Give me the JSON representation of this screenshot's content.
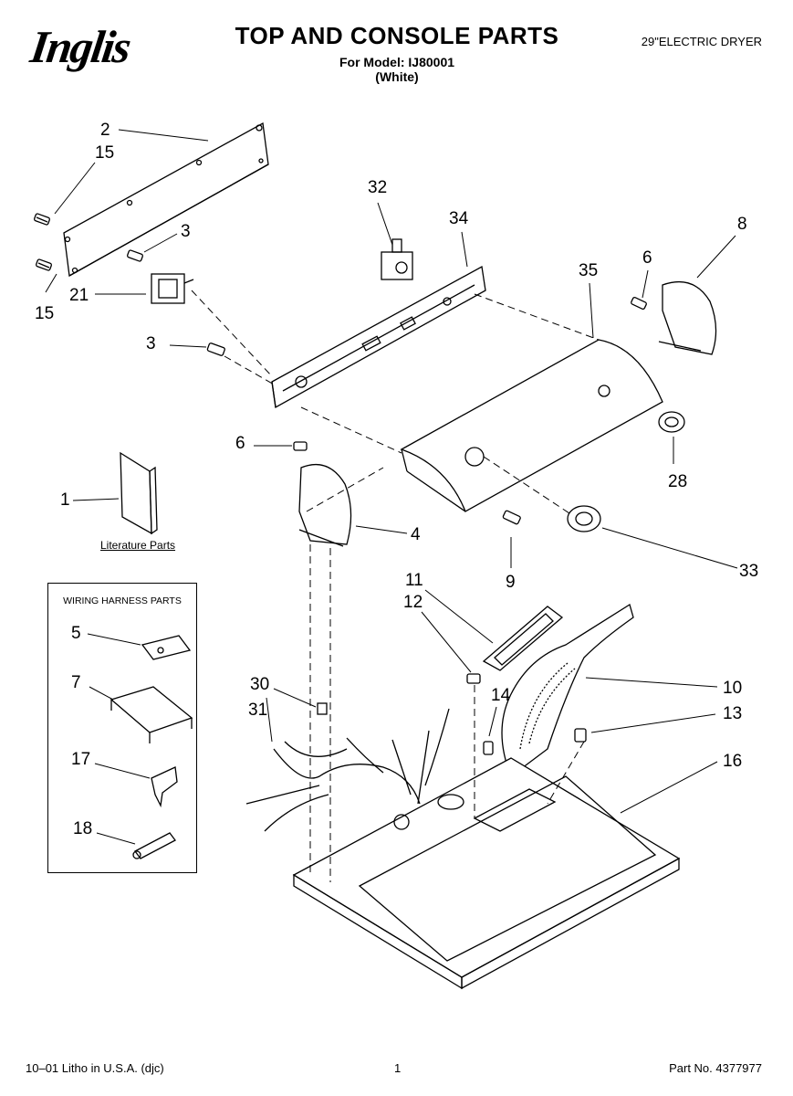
{
  "header": {
    "logo_text": "Inglis",
    "title": "TOP AND CONSOLE PARTS",
    "model_line": "For Model: IJ80001",
    "color_line": "(White)",
    "product": "29\"ELECTRIC DRYER"
  },
  "callouts": {
    "c2": "2",
    "c15a": "15",
    "c15b": "15",
    "c3a": "3",
    "c3b": "3",
    "c21": "21",
    "c32": "32",
    "c34": "34",
    "c35": "35",
    "c6a": "6",
    "c8": "8",
    "c6b": "6",
    "c28": "28",
    "c1": "1",
    "c4": "4",
    "c9": "9",
    "c33": "33",
    "c11": "11",
    "c12": "12",
    "c5": "5",
    "c7": "7",
    "c17": "17",
    "c18": "18",
    "c30": "30",
    "c31": "31",
    "c14": "14",
    "c10": "10",
    "c13": "13",
    "c16": "16"
  },
  "literature_label": "Literature Parts",
  "harness_box_title": "WIRING HARNESS PARTS",
  "footer": {
    "litho": "10–01 Litho in U.S.A. (djc)",
    "page": "1",
    "part_no": "Part No. 4377977"
  }
}
